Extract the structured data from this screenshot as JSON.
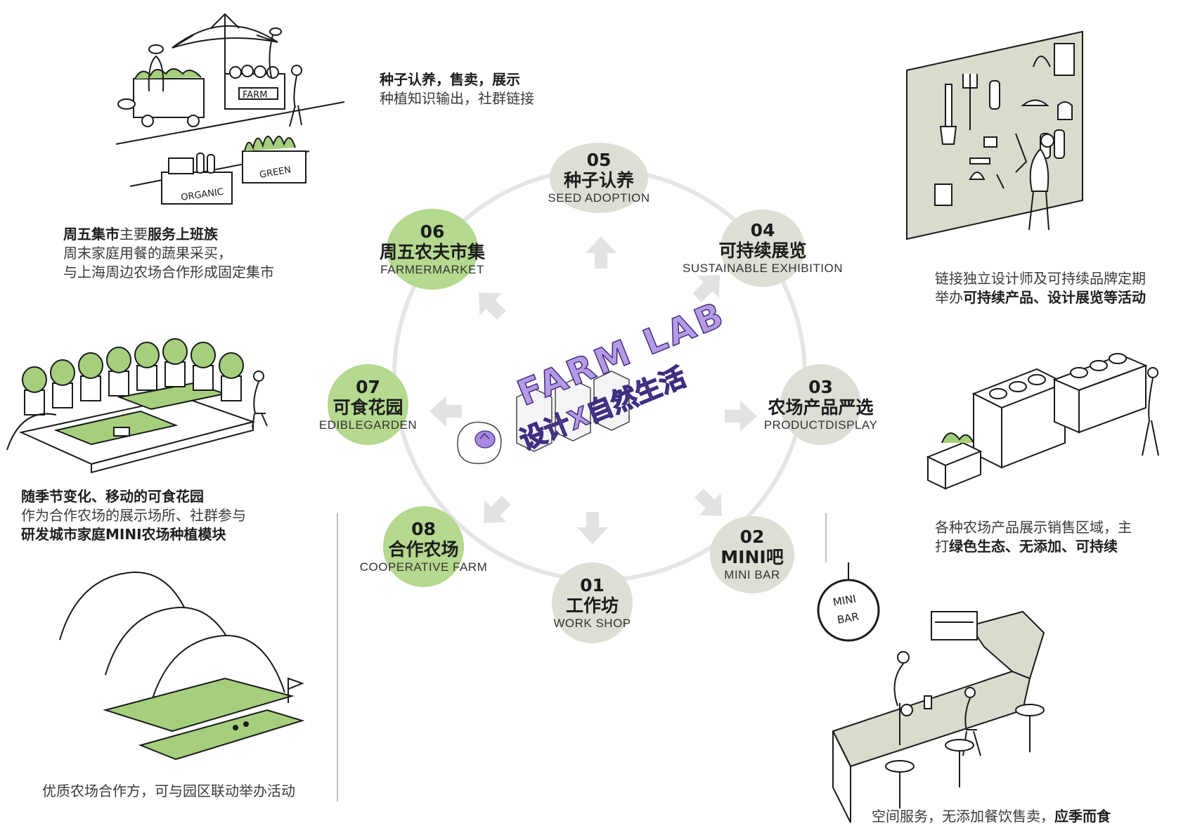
{
  "colors": {
    "node_grey": "#dcdfd3",
    "node_green": "#b5d98f",
    "arrow_grey": "#e3e3e3",
    "logo_purple": "#b79ae6",
    "illustration_green": "#a5cf7c"
  },
  "center": {
    "logo_line1": "FARM LAB",
    "logo_line2": "设计X自然生活"
  },
  "nodes": [
    {
      "num": "05",
      "cn": "种子认养",
      "en": "SEED ADOPTION"
    },
    {
      "num": "04",
      "cn": "可持续展览",
      "en": "SUSTAINABLE EXHIBITION"
    },
    {
      "num": "03",
      "cn": "农场产品严选",
      "en": "PRODUCTDISPLAY"
    },
    {
      "num": "02",
      "cn": "MINI吧",
      "en": "MINI BAR"
    },
    {
      "num": "01",
      "cn": "工作坊",
      "en": "WORK SHOP"
    },
    {
      "num": "08",
      "cn": "合作农场",
      "en": "COOPERATIVE FARM"
    },
    {
      "num": "07",
      "cn": "可食花园",
      "en": "EDIBLEGARDEN"
    },
    {
      "num": "06",
      "cn": "周五农夫市集",
      "en": "FARMERMARKET"
    }
  ],
  "captions": {
    "seed": {
      "l1": "种子认养，售卖，展示",
      "l2": "种植知识输出，社群链接"
    },
    "market": {
      "l1a": "周五集市",
      "l1b": "主要",
      "l1c": "服务上班族",
      "l2": "周末家庭用餐的蔬果采买，",
      "l3": "与上海周边农场合作形成固定集市"
    },
    "exhibition": {
      "l1": "链接独立设计师及可持续品牌定期",
      "l2a": "举办",
      "l2b": "可持续产品、设计展览等活动"
    },
    "garden": {
      "l1": "随季节变化、移动的可食花园",
      "l2": "作为合作农场的展示场所、社群参与",
      "l3": "研发城市家庭MINI农场种植模块"
    },
    "product": {
      "l1": "各种农场产品展示销售区域，主",
      "l2a": "打",
      "l2b": "绿色生态、无添加、可持续"
    },
    "farm": {
      "l1": "优质农场合作方，可与园区联动举办活动"
    },
    "bar": {
      "l1a": "空间服务，无添加餐饮售卖，",
      "l1b": "应季而食"
    }
  },
  "illustration_text": {
    "farm_sign": "FARM",
    "organic_sign": "ORGANIC",
    "green_sign": "GREEN",
    "minibar_sign_l1": "MINI",
    "minibar_sign_l2": "BAR"
  }
}
